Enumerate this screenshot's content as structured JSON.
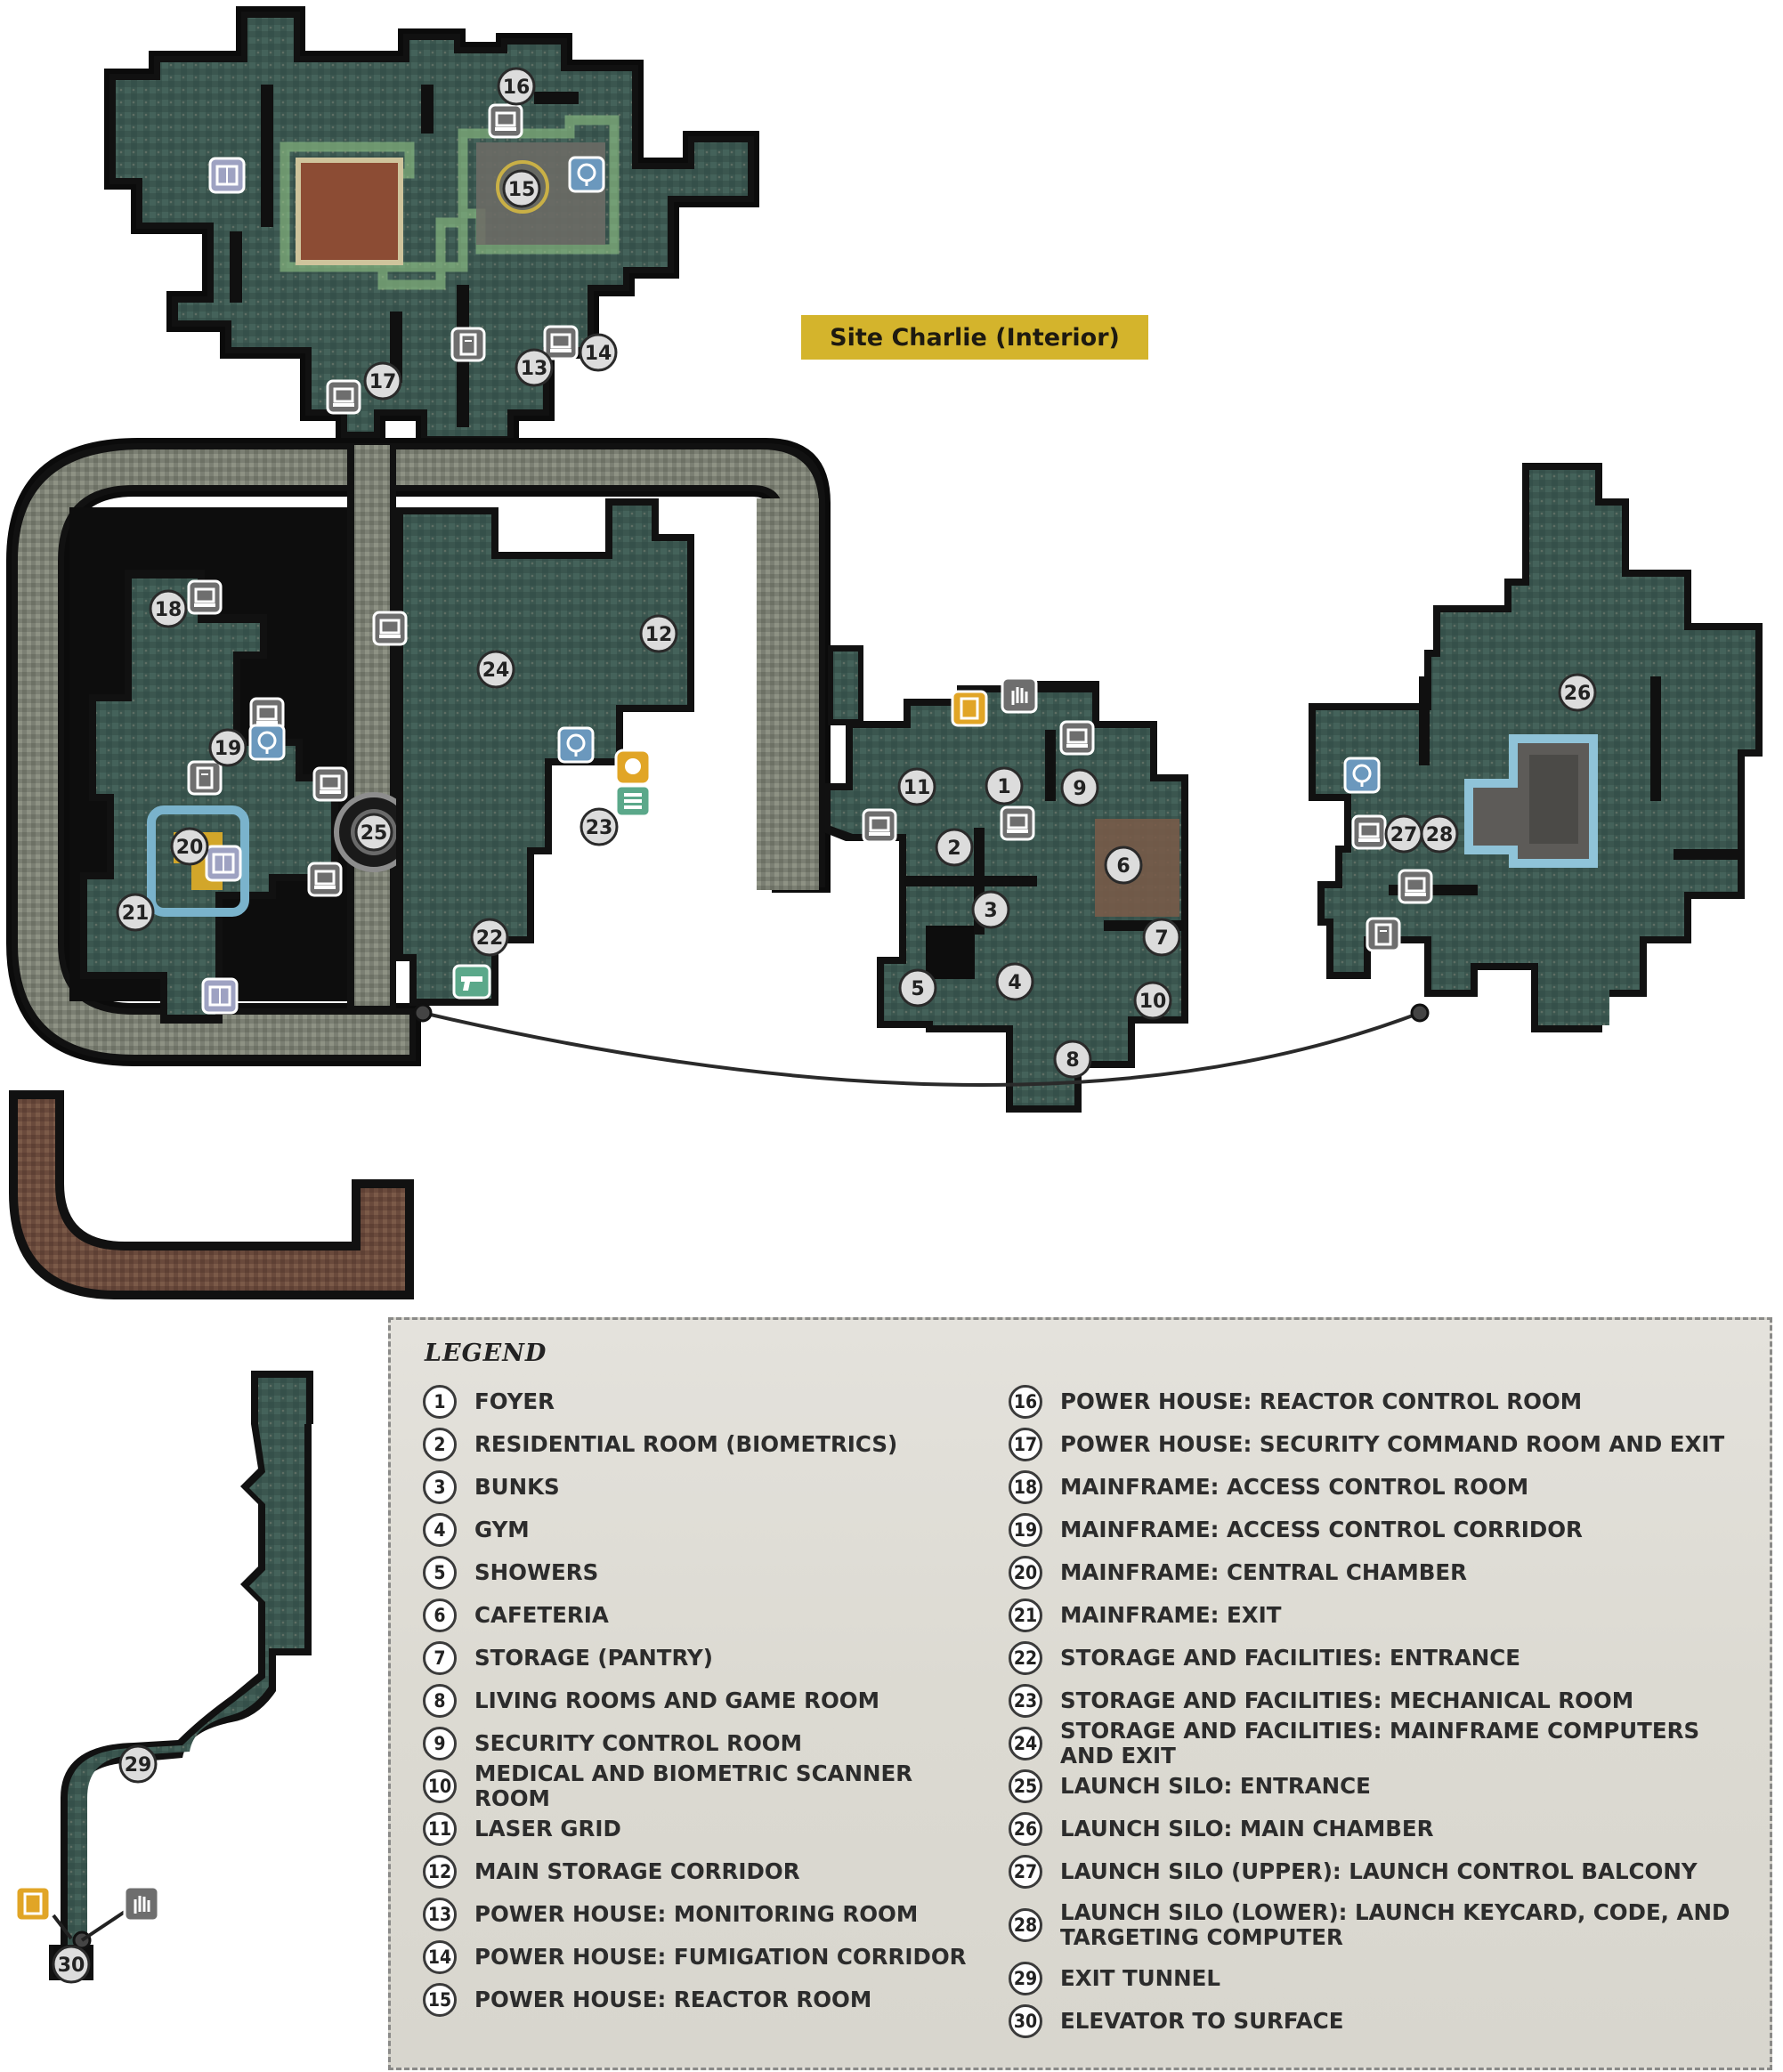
{
  "title": "Site Charlie (Interior)",
  "legend": {
    "heading": "LEGEND",
    "items": [
      {
        "num": "1",
        "label": "FOYER"
      },
      {
        "num": "2",
        "label": "RESIDENTIAL ROOM (BIOMETRICS)"
      },
      {
        "num": "3",
        "label": "BUNKS"
      },
      {
        "num": "4",
        "label": "GYM"
      },
      {
        "num": "5",
        "label": "SHOWERS"
      },
      {
        "num": "6",
        "label": "CAFETERIA"
      },
      {
        "num": "7",
        "label": "STORAGE (PANTRY)"
      },
      {
        "num": "8",
        "label": "LIVING ROOMS AND GAME ROOM"
      },
      {
        "num": "9",
        "label": "SECURITY CONTROL ROOM"
      },
      {
        "num": "10",
        "label": "MEDICAL AND BIOMETRIC SCANNER ROOM"
      },
      {
        "num": "11",
        "label": "LASER GRID"
      },
      {
        "num": "12",
        "label": "MAIN STORAGE CORRIDOR"
      },
      {
        "num": "13",
        "label": "POWER HOUSE: MONITORING ROOM"
      },
      {
        "num": "14",
        "label": "POWER HOUSE: FUMIGATION CORRIDOR"
      },
      {
        "num": "15",
        "label": "POWER HOUSE: REACTOR ROOM"
      },
      {
        "num": "16",
        "label": "POWER HOUSE: REACTOR CONTROL ROOM"
      },
      {
        "num": "17",
        "label": "POWER HOUSE: SECURITY COMMAND ROOM AND EXIT"
      },
      {
        "num": "18",
        "label": "MAINFRAME: ACCESS CONTROL ROOM"
      },
      {
        "num": "19",
        "label": "MAINFRAME: ACCESS CONTROL CORRIDOR"
      },
      {
        "num": "20",
        "label": "MAINFRAME: CENTRAL CHAMBER"
      },
      {
        "num": "21",
        "label": "MAINFRAME: EXIT"
      },
      {
        "num": "22",
        "label": "STORAGE AND FACILITIES: ENTRANCE"
      },
      {
        "num": "23",
        "label": "STORAGE AND FACILITIES: MECHANICAL ROOM"
      },
      {
        "num": "24",
        "label": "STORAGE AND FACILITIES: MAINFRAME COMPUTERS AND EXIT"
      },
      {
        "num": "25",
        "label": "LAUNCH SILO: ENTRANCE"
      },
      {
        "num": "26",
        "label": "LAUNCH SILO: MAIN CHAMBER"
      },
      {
        "num": "27",
        "label": "LAUNCH SILO (UPPER): LAUNCH CONTROL BALCONY"
      },
      {
        "num": "28",
        "label": "LAUNCH SILO (LOWER): LAUNCH KEYCARD, CODE, AND TARGETING COMPUTER"
      },
      {
        "num": "29",
        "label": "EXIT TUNNEL"
      },
      {
        "num": "30",
        "label": "ELEVATOR TO SURFACE"
      }
    ]
  },
  "map_markers": [
    "1",
    "2",
    "3",
    "4",
    "5",
    "6",
    "7",
    "8",
    "9",
    "10",
    "11",
    "12",
    "13",
    "14",
    "15",
    "16",
    "17",
    "18",
    "19",
    "20",
    "21",
    "22",
    "23",
    "24",
    "25",
    "26",
    "27",
    "28",
    "29",
    "30"
  ],
  "icons": {
    "terminal": "terminal-icon",
    "holotape": "holotape-icon",
    "magazine": "magazine-icon",
    "bobblehead": "bobblehead-icon",
    "hand": "hand-icon",
    "weapon": "pistol-icon",
    "hazmat": "hazmat-icon",
    "ammo": "ammo-icon",
    "note": "note-icon"
  },
  "colors": {
    "wall": "#151515",
    "floor": "#3d5a52",
    "floor_alt": "#5b6558",
    "walkway": "#8a8f80",
    "legend_bg": "#dedcd5",
    "title_bg": "#d4b42c",
    "reactor": "#8c4c34",
    "terminal_bg": "#6e6e6e",
    "holotape_bg": "#e1a526",
    "magazine_bg": "#9ea2c2",
    "bobble_bg": "#6b98bd"
  }
}
